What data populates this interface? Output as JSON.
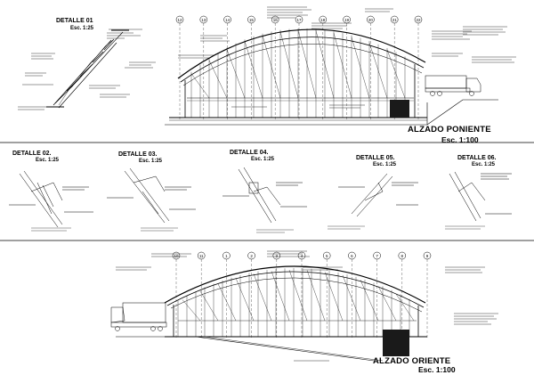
{
  "details": [
    {
      "title": "DETALLE 01",
      "scale": "Esc. 1:25"
    },
    {
      "title": "DETALLE 02.",
      "scale": "Esc. 1:25"
    },
    {
      "title": "DETALLE 03.",
      "scale": "Esc. 1:25"
    },
    {
      "title": "DETALLE 04.",
      "scale": "Esc. 1:25"
    },
    {
      "title": "DETALLE 05.",
      "scale": "Esc. 1:25"
    },
    {
      "title": "DETALLE 06.",
      "scale": "Esc. 1:25"
    }
  ],
  "elevations": {
    "poniente": {
      "title": "ALZADO PONIENTE",
      "scale": "Esc. 1:100"
    },
    "oriente": {
      "title": "ALZADO ORIENTE",
      "scale": "Esc. 1:100"
    }
  },
  "gridlines": {
    "poniente": [
      "12",
      "13",
      "14",
      "15",
      "16",
      "17",
      "18",
      "19",
      "20",
      "21",
      "22"
    ],
    "oriente": [
      "10",
      "11",
      "1",
      "2",
      "3",
      "4",
      "5",
      "6",
      "7",
      "8",
      "9"
    ]
  },
  "colors": {
    "line": "#000000",
    "paper": "#ffffff",
    "fill": "#1a1a1a"
  }
}
